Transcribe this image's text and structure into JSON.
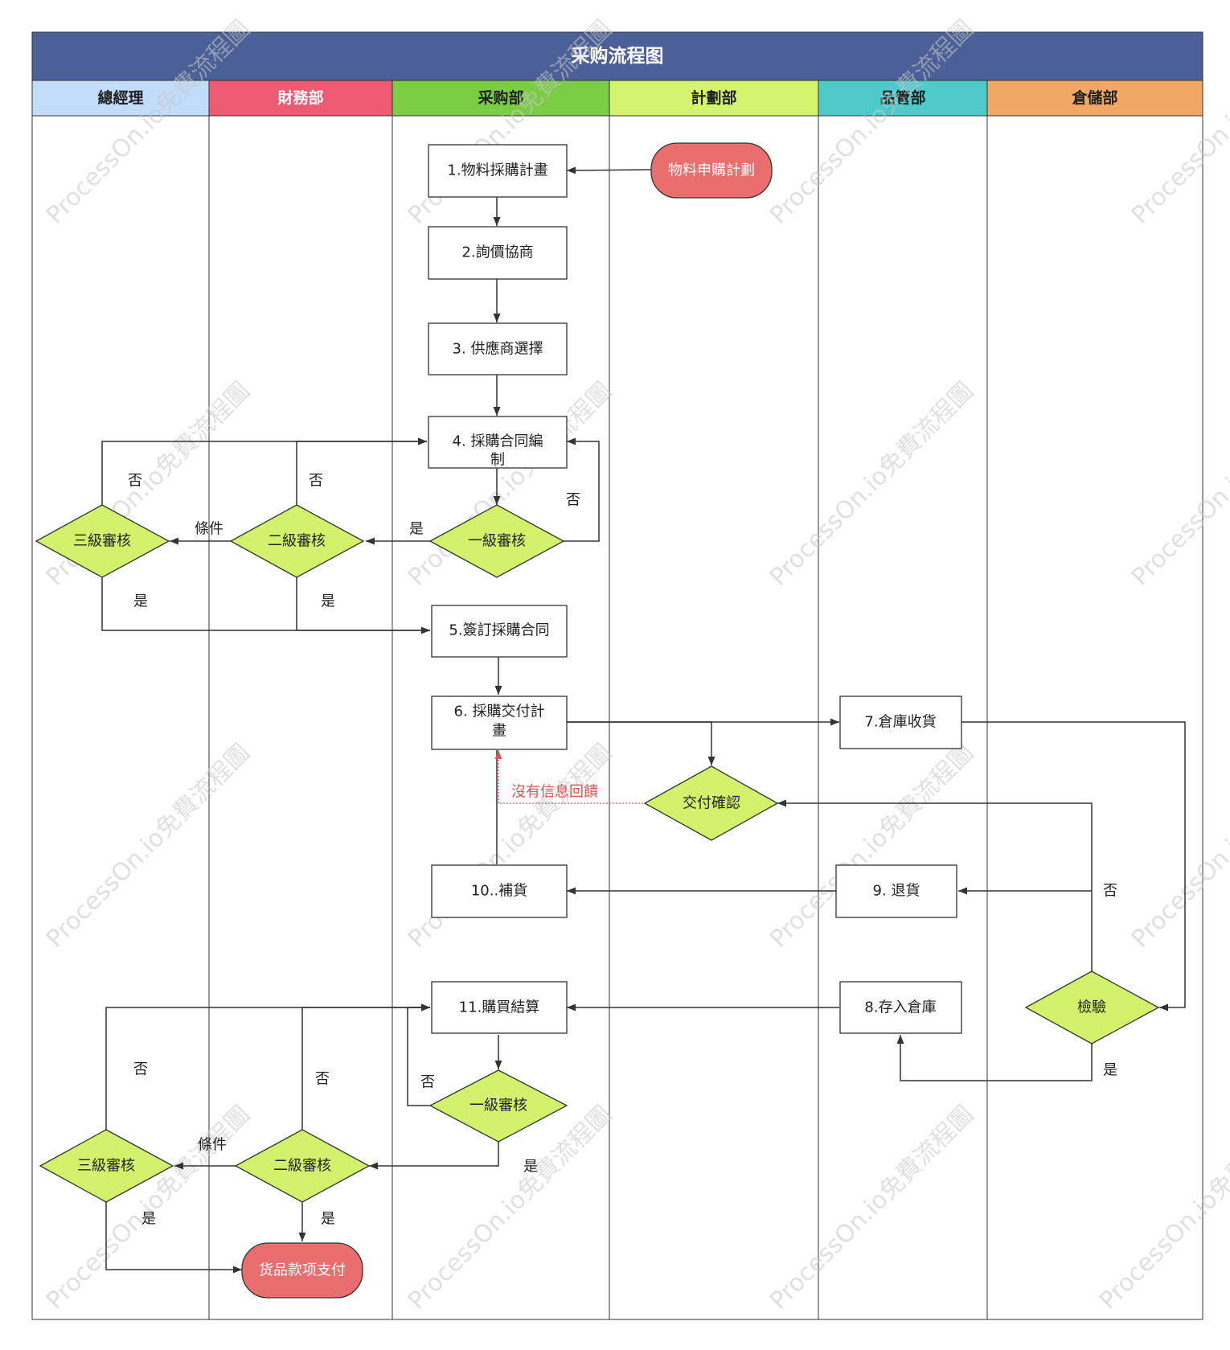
{
  "title": "采购流程图",
  "lanes": [
    {
      "label": "總經理",
      "color": "#c2ddf9",
      "text_color": "#1f1f1f"
    },
    {
      "label": "財務部",
      "color": "#ee5a72",
      "text_color": "#ffffff"
    },
    {
      "label": "采购部",
      "color": "#7bcd43",
      "text_color": "#1f1f1f"
    },
    {
      "label": "計劃部",
      "color": "#d5f46e",
      "text_color": "#1f1f1f"
    },
    {
      "label": "品管部",
      "color": "#4ecacb",
      "text_color": "#1f1f1f"
    },
    {
      "label": "倉儲部",
      "color": "#f2a865",
      "text_color": "#1f1f1f"
    }
  ],
  "colors": {
    "title_bar": "#4a6097",
    "diamond_fill": "#d3f26b",
    "terminal_fill": "#eb6e6e",
    "feedback": "#e05454",
    "line": "#333333"
  },
  "nodes": {
    "request": "物料申購計劃",
    "n1": "1.物料採購計畫",
    "n2": "2.詢價協商",
    "n3": "3. 供應商選擇",
    "n4_line1": "4. 採購合同編",
    "n4_line2": "制",
    "d1a": "一級審核",
    "d2a": "二級審核",
    "d3a": "三級審核",
    "n5": "5.簽訂採購合同",
    "n6_line1": "6. 採購交付計",
    "n6_line2": "畫",
    "n7": "7.倉庫收貨",
    "confirm": "交付確認",
    "n9": "9. 退貨",
    "n10": "10..補貨",
    "n11": "11.購買結算",
    "n8": "8.存入倉庫",
    "inspect": "檢驗",
    "d1b": "一級審核",
    "d2b": "二級審核",
    "d3b": "三級審核",
    "payment": "货品款项支付"
  },
  "edge_labels": {
    "no": "否",
    "yes": "是",
    "condition": "條件",
    "feedback": "沒有信息回饋"
  },
  "watermark": "ProcessOn.io免費流程圖"
}
